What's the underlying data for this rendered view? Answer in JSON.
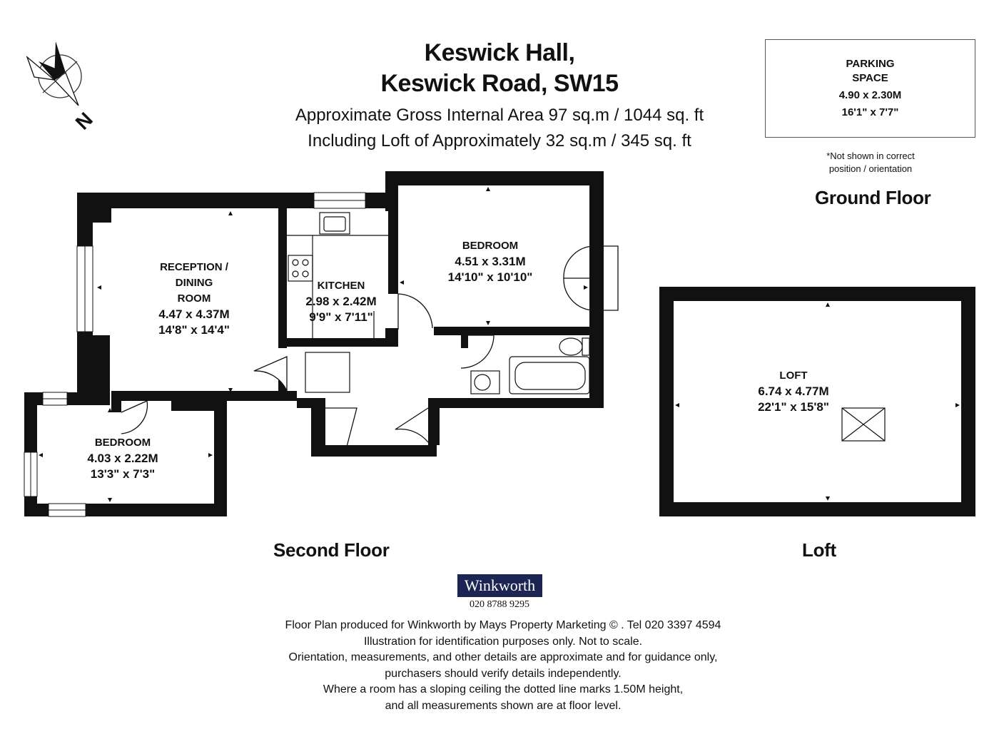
{
  "header": {
    "title_line1": "Keswick Hall,",
    "title_line2": "Keswick Road, SW15",
    "area_line1": "Approximate Gross Internal Area 97 sq.m  /  1044 sq. ft",
    "area_line2": "Including Loft of Approximately 32 sq.m  /  345 sq. ft"
  },
  "compass": {
    "label": "N",
    "icon": "north-arrow-icon"
  },
  "parking": {
    "label_line1": "PARKING",
    "label_line2": "SPACE",
    "metric": "4.90 x 2.30M",
    "imperial": "16'1\" x 7'7\"",
    "note_line1": "*Not shown in correct",
    "note_line2": "position / orientation"
  },
  "floors": {
    "ground": "Ground Floor",
    "second": "Second Floor",
    "loft": "Loft"
  },
  "rooms": {
    "reception": {
      "name_line1": "RECEPTION /",
      "name_line2": "DINING",
      "name_line3": "ROOM",
      "metric": "4.47 x 4.37M",
      "imperial": "14'8\" x 14'4\""
    },
    "kitchen": {
      "name": "KITCHEN",
      "metric": "2.98 x 2.42M",
      "imperial": "9'9\" x 7'11\""
    },
    "bedroom1": {
      "name": "BEDROOM",
      "metric": "4.51 x 3.31M",
      "imperial": "14'10\" x 10'10\""
    },
    "bedroom2": {
      "name": "BEDROOM",
      "metric": "4.03 x 2.22M",
      "imperial": "13'3\" x 7'3\""
    },
    "loft": {
      "name": "LOFT",
      "metric": "6.74 x 4.77M",
      "imperial": "22'1\" x 15'8\""
    }
  },
  "branding": {
    "logo_text": "Winkworth",
    "logo_color": "#1b2452",
    "phone": "020 8788 9295"
  },
  "footer": {
    "line1": "Floor Plan produced for Winkworth by Mays Property Marketing  ©  . Tel 020 3397 4594",
    "line2": "Illustration for identification purposes only. Not to scale.",
    "line3": "Orientation, measurements, and other details are approximate and for guidance only,",
    "line4": "purchasers should verify details independently.",
    "line5": "Where a room has a sloping ceiling the dotted line marks 1.50M height,",
    "line6": "and all measurements shown are at floor level."
  }
}
